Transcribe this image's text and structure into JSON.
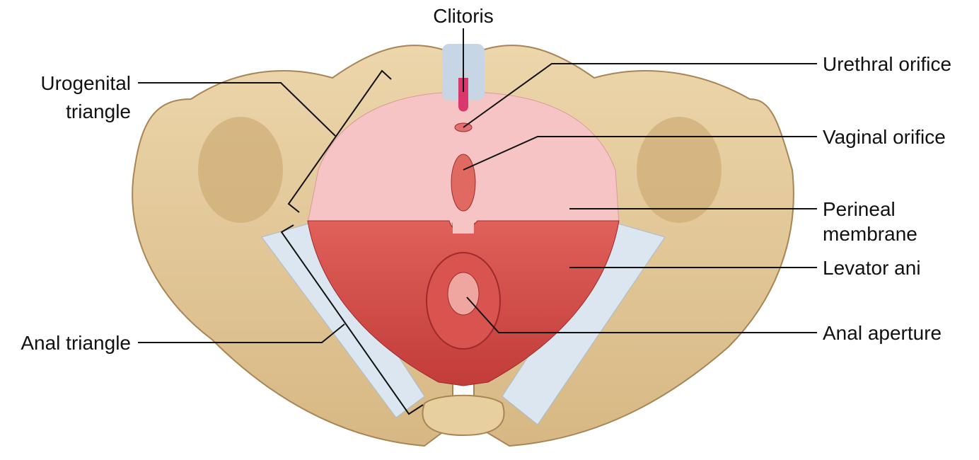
{
  "labels": {
    "clitoris": "Clitoris",
    "urogenital_line1": "Urogenital",
    "urogenital_line2": "triangle",
    "anal_triangle": "Anal triangle",
    "urethral_orifice": "Urethral orifice",
    "vaginal_orifice": "Vaginal orifice",
    "perineal_line1": "Perineal",
    "perineal_line2": "membrane",
    "levator_ani": "Levator ani",
    "anal_aperture": "Anal aperture"
  },
  "colors": {
    "bone": "#e3c99a",
    "bone_shadow": "#c9a66e",
    "membrane": "#f6c4c4",
    "muscle": "#d8504c",
    "ligament": "#dbe6f0"
  }
}
